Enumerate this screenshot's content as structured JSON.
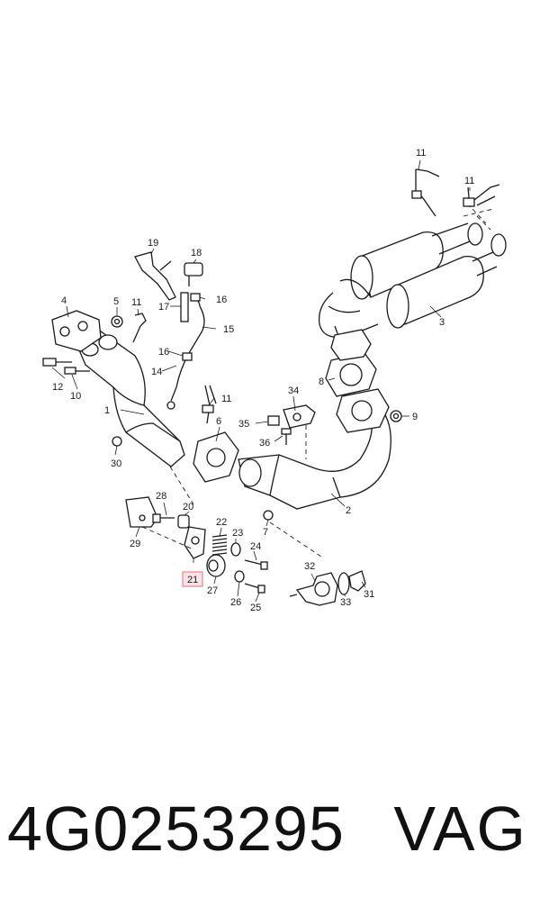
{
  "callouts": {
    "c1": "1",
    "c2": "2",
    "c3": "3",
    "c4": "4",
    "c5": "5",
    "c6": "6",
    "c7": "7",
    "c8": "8",
    "c9": "9",
    "c10": "10",
    "c11a": "11",
    "c11b": "11",
    "c11c": "11",
    "c11d": "11",
    "c12": "12",
    "c14": "14",
    "c15": "15",
    "c16a": "16",
    "c16b": "16",
    "c17": "17",
    "c18": "18",
    "c19": "19",
    "c20": "20",
    "c21": "21",
    "c22": "22",
    "c23": "23",
    "c24": "24",
    "c25": "25",
    "c26": "26",
    "c27": "27",
    "c28": "28",
    "c29": "29",
    "c30": "30",
    "c31": "31",
    "c32": "32",
    "c33": "33",
    "c34": "34",
    "c35": "35",
    "c36": "36"
  },
  "highlighted_callout": "21",
  "caption": {
    "part_number": "4G0253295",
    "brand": "VAG"
  },
  "colors": {
    "highlight_fill": "#fbe3e6",
    "highlight_stroke": "#e0707c",
    "ink": "#1a1a1a"
  }
}
